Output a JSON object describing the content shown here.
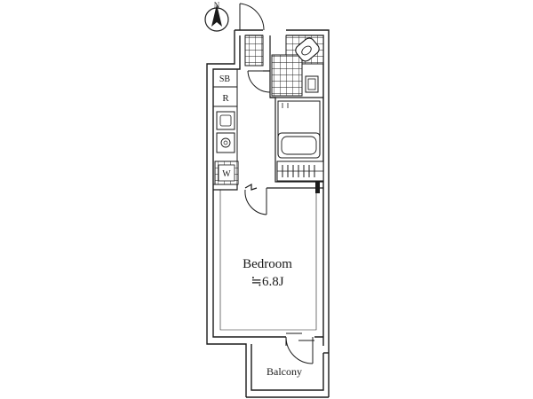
{
  "compass": {
    "label": "N"
  },
  "rooms": {
    "bedroom": {
      "name": "Bedroom",
      "size": "≒6.8J"
    },
    "balcony": {
      "name": "Balcony"
    }
  },
  "fixtures": {
    "shoe_box": "SB",
    "refrigerator": "R",
    "washer": "W"
  },
  "colors": {
    "line": "#1a1a1a",
    "tile": "#1a1a1a",
    "background": "#ffffff"
  }
}
